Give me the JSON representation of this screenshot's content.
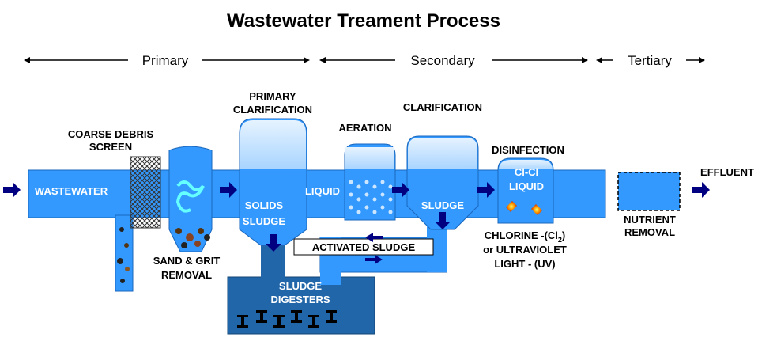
{
  "title": "Wastewater Treament Process",
  "stages": {
    "primary": "Primary",
    "secondary": "Secondary",
    "tertiary": "Tertiary"
  },
  "labels": {
    "coarse_debris_1": "COARSE DEBRIS",
    "coarse_debris_2": "SCREEN",
    "primary_clar_1": "PRIMARY",
    "primary_clar_2": "CLARIFICATION",
    "aeration": "AERATION",
    "clarification": "CLARIFICATION",
    "disinfection": "DISINFECTION",
    "effluent": "EFFLUENT",
    "wastewater": "WASTEWATER",
    "solids": "SOLIDS",
    "sludge_primary": "SLUDGE",
    "liquid_aeration": "LIQUID",
    "sludge_clarifier": "SLUDGE",
    "cl_cl": "Cl-Cl",
    "liquid_disinfection": "LIQUID",
    "sand_grit_1": "SAND & GRIT",
    "sand_grit_2": "REMOVAL",
    "activated_sludge": "ACTIVATED SLUDGE",
    "sludge_digesters_1": "SLUDGE",
    "sludge_digesters_2": "DIGESTERS",
    "chlorine_pre": "CHLORINE -(Cl",
    "chlorine_sub": "2",
    "chlorine_post": ")",
    "uv_1": "or ULTRAVIOLET",
    "uv_2": "LIGHT - (UV)",
    "nutrient_1": "NUTRIENT",
    "nutrient_2": "REMOVAL"
  },
  "colors": {
    "water": "#3399ff",
    "water_light": "#66ccff",
    "tank_top": "#cce6ff",
    "deep": "#2266aa",
    "sludge": "#225588",
    "arrow": "#000080",
    "text": "#000000"
  }
}
